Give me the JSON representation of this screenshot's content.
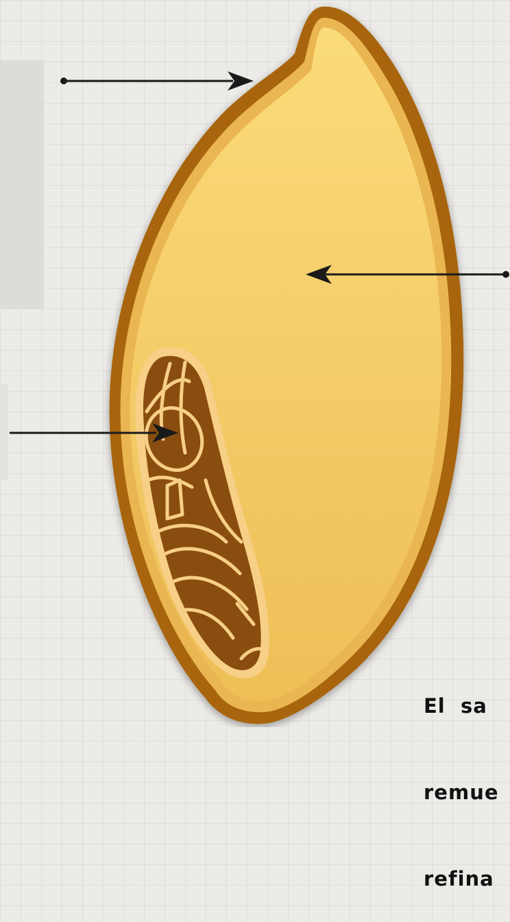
{
  "colors": {
    "background": "#ecebe8",
    "bran": "#a8650f",
    "aleurone": "#e9b651",
    "endosperm": "#f6d16e",
    "germ": "#8a4d10",
    "germ_outline": "#f7cf86",
    "arrow": "#1a1a1a"
  },
  "icons": {
    "arrow_bran": "arrow-right-icon",
    "arrow_endosperm": "arrow-left-icon",
    "arrow_germ": "arrow-right-icon"
  },
  "caption": {
    "line1": "El  sa",
    "line2": "remue",
    "line3": "refina"
  }
}
